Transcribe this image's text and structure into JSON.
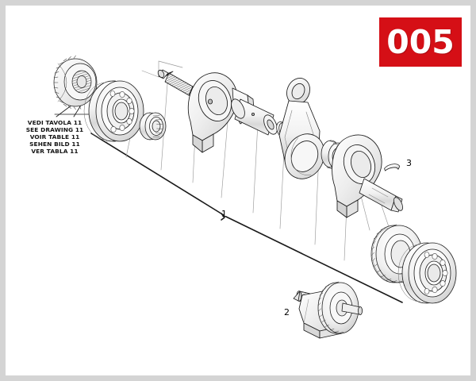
{
  "page": {
    "plate_number": "005",
    "badge_color": "#d50f16",
    "badge_text_color": "#ffffff",
    "border_color": "#d4d4d4",
    "sheet_color": "#ffffff",
    "line_color": "#1a1a1a"
  },
  "cross_reference": {
    "lines": [
      "VEDI TAVOLA 11",
      "SEE DRAWING 11",
      "VOIR TABLE 11",
      "SEHEN BILD 11",
      "VER TABLA 11"
    ],
    "line_1": "VEDI TAVOLA 11",
    "line_2": "SEE DRAWING 11",
    "line_3": "VOIR TABLE 11",
    "line_4": "SEHEN BILD 11",
    "line_5": "VER TABLA 11"
  },
  "callouts": [
    {
      "id": "1",
      "label": "1",
      "target": "crankshaft-assembly"
    },
    {
      "id": "2",
      "label": "2",
      "target": "balancer-shaft-assembly"
    },
    {
      "id": "3",
      "label": "3",
      "target": "woodruff-key"
    }
  ],
  "callout_1": "1",
  "callout_2": "2",
  "callout_3": "3",
  "components": [
    {
      "name": "timing-gear",
      "type": "helical-gear"
    },
    {
      "name": "main-ball-bearing-left",
      "type": "ball-bearing"
    },
    {
      "name": "roller-bearing-small",
      "type": "roller-bearing"
    },
    {
      "name": "crank-web-left",
      "type": "crank-web"
    },
    {
      "name": "crank-pin",
      "type": "pin"
    },
    {
      "name": "thrust-washer",
      "type": "washer"
    },
    {
      "name": "connecting-rod",
      "type": "con-rod"
    },
    {
      "name": "needle-roller-cage",
      "type": "needle-bearing"
    },
    {
      "name": "crank-web-right",
      "type": "crank-web"
    },
    {
      "name": "output-shaft",
      "type": "shaft"
    },
    {
      "name": "woodruff-key",
      "type": "key"
    },
    {
      "name": "balancer-drive-gear",
      "type": "spur-gear"
    },
    {
      "name": "main-ball-bearing-right",
      "type": "ball-bearing"
    },
    {
      "name": "balancer-shaft",
      "type": "shaft"
    },
    {
      "name": "balancer-gear",
      "type": "spur-gear"
    }
  ]
}
